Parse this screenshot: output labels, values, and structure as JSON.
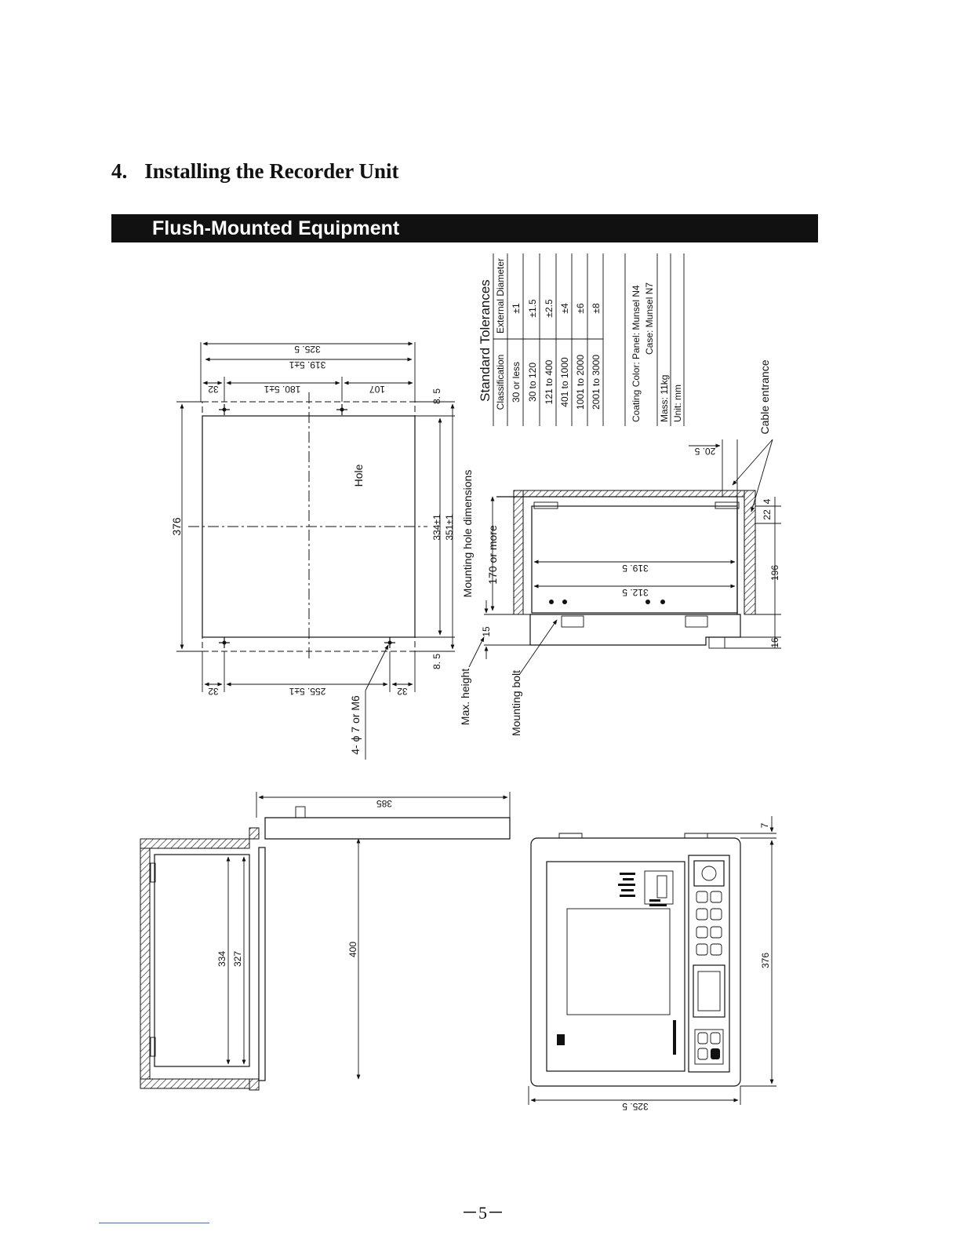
{
  "section": {
    "number": "4.",
    "title": "Installing the Recorder Unit"
  },
  "banner": {
    "label": "Flush-Mounted Equipment"
  },
  "panel_cutout": {
    "hole_label": "Hole",
    "hole_dims_label": "Mounting hole dimensions",
    "bolt_hole_label": "4- ϕ 7 or M6",
    "dims": {
      "overall_width": "325. 5",
      "bolt_span_width": "319. 5±1",
      "left_offset_top": "32",
      "center_span": "180. 5±1",
      "right_offset_top": "107",
      "overall_height": "376",
      "margin_top": "8. 5",
      "hole_height": "334±1",
      "bolt_span_height": "351±1",
      "margin_bottom": "8. 5",
      "left_offset_bottom": "32",
      "bottom_span": "255. 5±1",
      "right_offset_bottom": "32"
    }
  },
  "side_view": {
    "min_depth_label": "170 or more",
    "max_height_label": "Max. height",
    "mounting_bolt_label": "Mounting bolt",
    "cable_entrance_label": "Cable entrance",
    "dims": {
      "max_height": "15",
      "inner_width": "319. 5",
      "bolt_width": "312. 5",
      "cable_offset": "20. 5",
      "top_gap": "4",
      "cable_height": "22",
      "body_depth": "196",
      "foot": "16"
    }
  },
  "tolerances": {
    "title": "Standard Tolerances",
    "headers": [
      "Classification",
      "External Diameter"
    ],
    "rows": [
      [
        "30 or less",
        "±1"
      ],
      [
        "30  to 120",
        "±1.5"
      ],
      [
        "121  to 400",
        "±2.5"
      ],
      [
        "401 to 1000",
        "±4"
      ],
      [
        "1001 to 2000",
        "±6"
      ],
      [
        "2001 to 3000",
        "±8"
      ]
    ],
    "coating_label": "Coating Color:",
    "coating_panel": "Panel: Munsel N4",
    "coating_case": "Case: Munsel N7",
    "mass": "Mass: 11kg",
    "unit": "Unit: mm"
  },
  "section_view": {
    "dims": {
      "total_depth": "385",
      "height_outer": "334",
      "height_inner": "327",
      "panel_height": "400"
    }
  },
  "front_view": {
    "dims": {
      "width": "325. 5",
      "height": "376",
      "lip": "7"
    }
  },
  "page_number": "－5－"
}
